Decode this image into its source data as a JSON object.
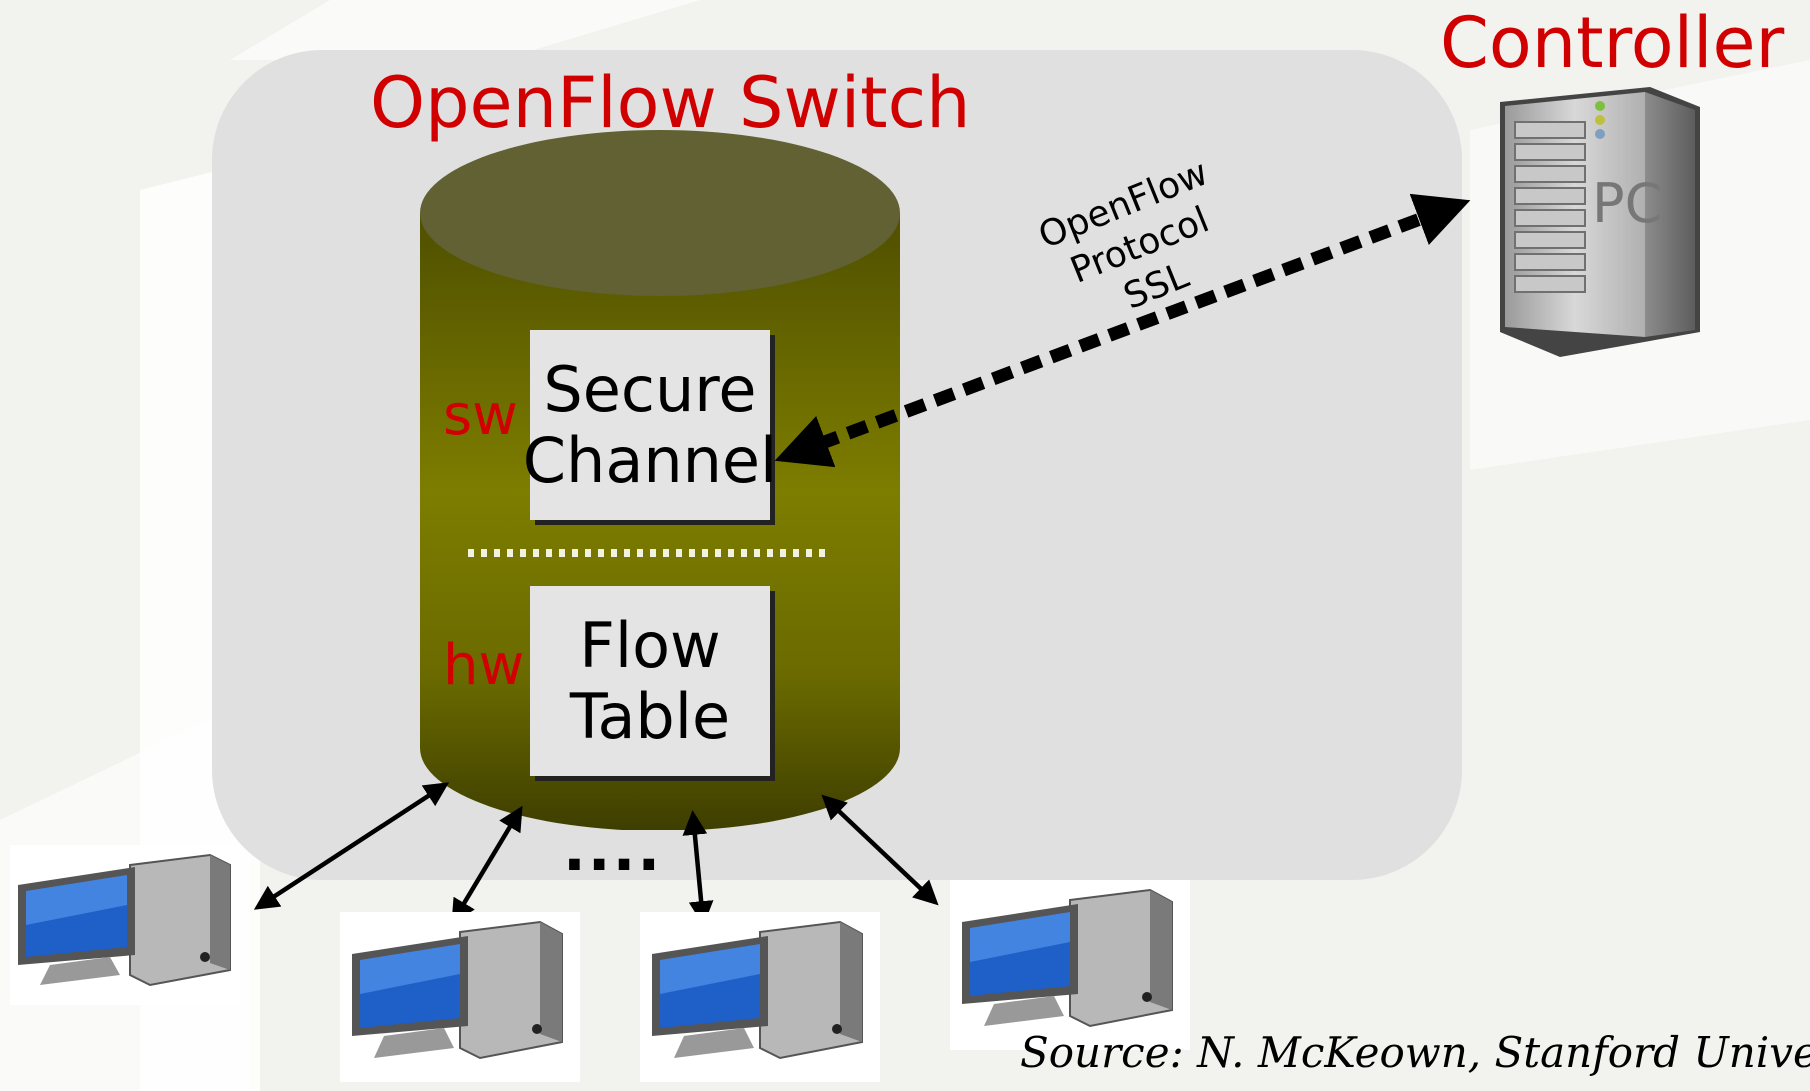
{
  "switch": {
    "title": "OpenFlow Switch",
    "sw_label": "sw",
    "hw_label": "hw",
    "secure_channel": "Secure\nChannel",
    "flow_table": "Flow\nTable"
  },
  "controller": {
    "title": "Controller",
    "pc_label": "PC"
  },
  "protocol": {
    "line1": "OpenFlow",
    "line2": "Protocol",
    "line3": "SSL"
  },
  "hosts": {
    "ellipsis": "...."
  },
  "source": "Source: N. McKeown, Stanford Univers",
  "colors": {
    "title_red": "#d10000",
    "cylinder_olive": "#7a7a00",
    "panel_gray": "#e0e0e0"
  }
}
